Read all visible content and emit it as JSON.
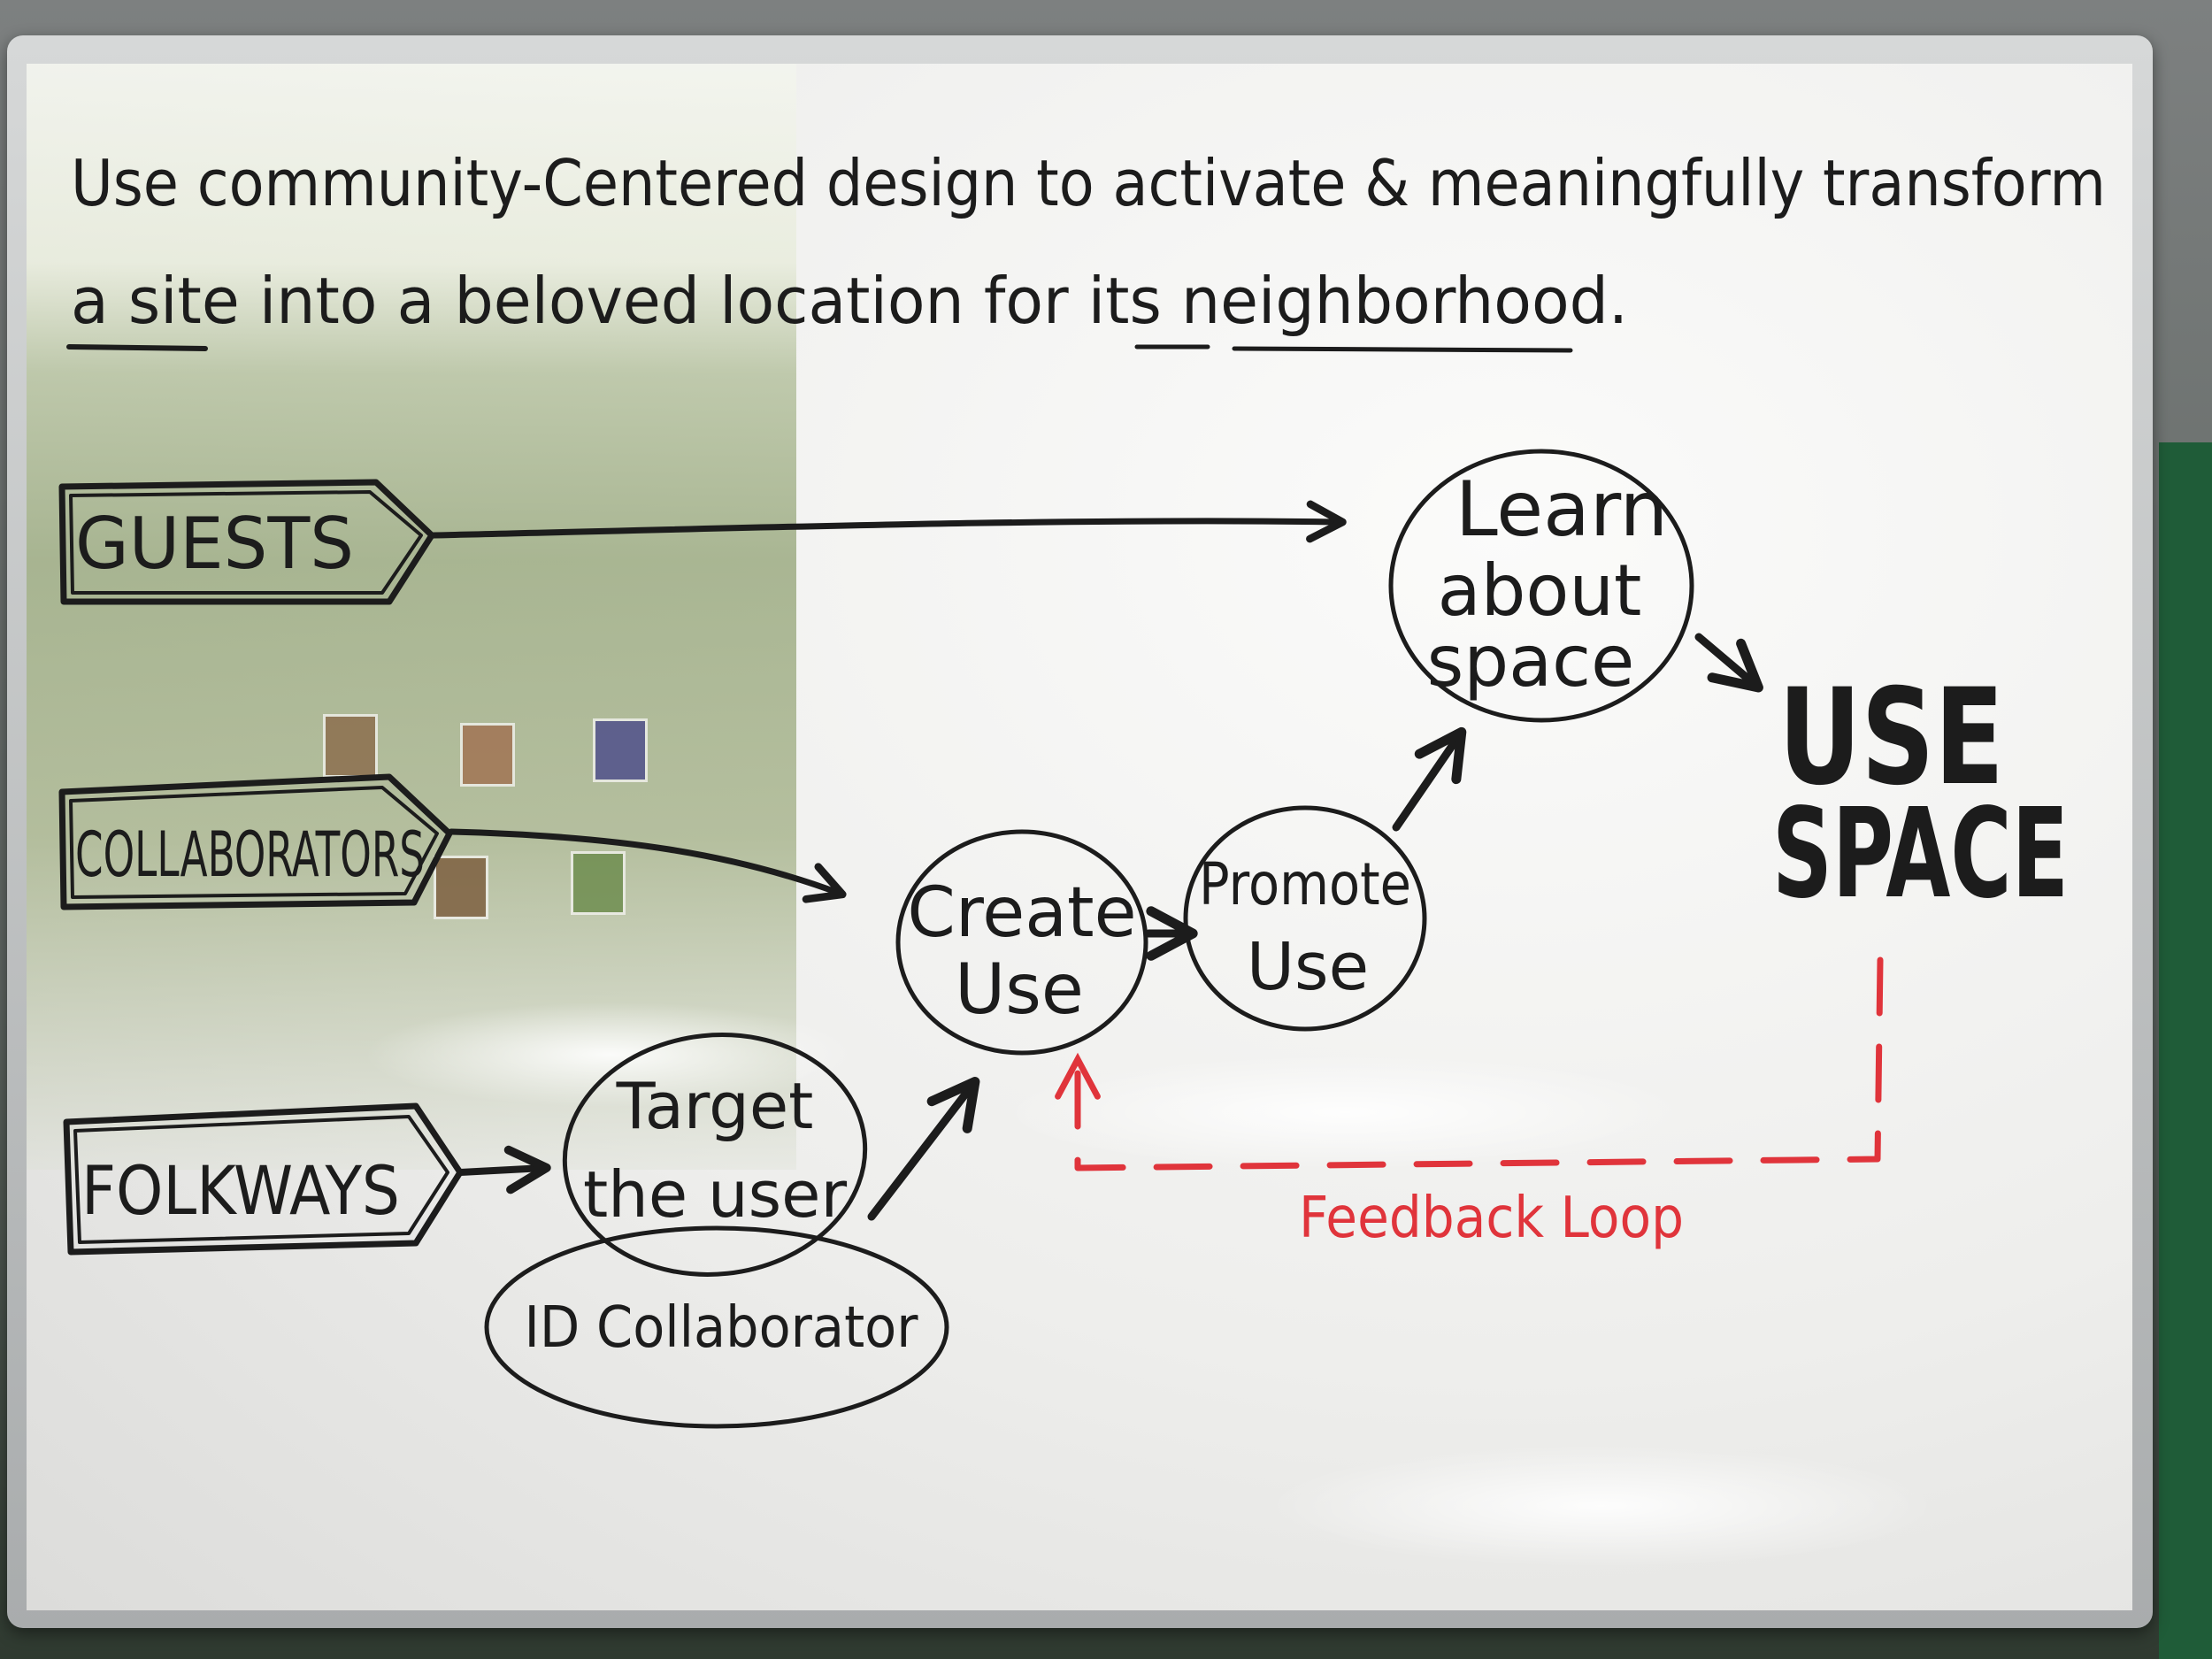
{
  "title_line_1": "Use community-Centered design to activate & meaningfully transform",
  "title_line_2": "a site into a beloved location for its neighborhood.",
  "sources": [
    {
      "id": "guests",
      "label": "GUESTS"
    },
    {
      "id": "collaborators",
      "label": "COLLABORATORS"
    },
    {
      "id": "folkways",
      "label": "FOLKWAYS"
    }
  ],
  "nodes": {
    "target_user": [
      "Target",
      "the user"
    ],
    "id_collaborator": "ID Collaborator",
    "create_use": [
      "Create",
      "Use"
    ],
    "promote_use": [
      "Promote",
      "Use"
    ],
    "learn_about_space": [
      "Learn",
      "about",
      "space"
    ]
  },
  "outcome": [
    "USE",
    "SPACE"
  ],
  "feedback_label": "Feedback Loop",
  "colors": {
    "ink": "#1c1c1c",
    "feedback": "#e0343b",
    "board": "#f2f2f0"
  }
}
